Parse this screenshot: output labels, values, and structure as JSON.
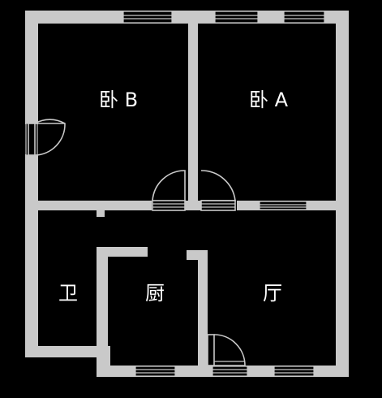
{
  "rooms": {
    "bedroom_b": "卧 B",
    "bedroom_a": "卧 A",
    "bathroom": "卫",
    "kitchen": "厨",
    "living_room": "厅"
  },
  "colors": {
    "background": "#000000",
    "walls": "#c9c9c9",
    "labels": "#ffffff"
  }
}
